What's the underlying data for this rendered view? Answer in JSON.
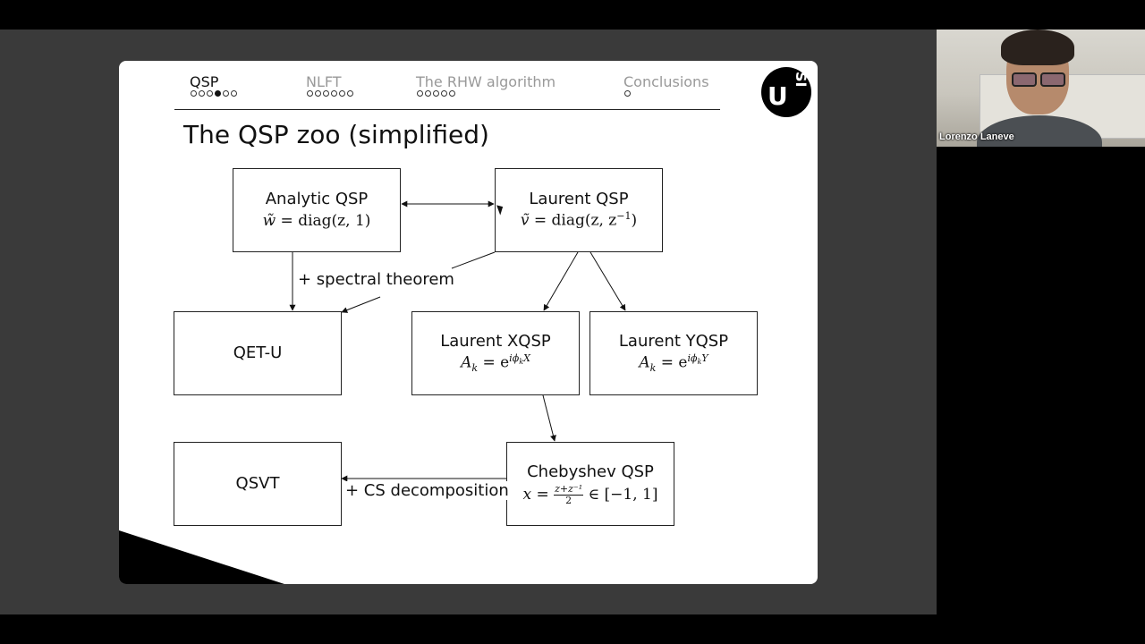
{
  "slide": {
    "nav": [
      {
        "label": "QSP",
        "dots": 6,
        "filled_index": 3,
        "active": true
      },
      {
        "label": "NLFT",
        "dots": 6,
        "filled_index": -1,
        "active": false
      },
      {
        "label": "The RHW algorithm",
        "dots": 5,
        "filled_index": -1,
        "active": false
      },
      {
        "label": "Conclusions",
        "dots": 1,
        "filled_index": -1,
        "active": false
      }
    ],
    "logo": {
      "letter": "U",
      "suffix": "SI"
    },
    "title": "The QSP zoo (simplified)",
    "boxes": {
      "analytic": {
        "name": "Analytic QSP",
        "formula_lhs": "w̃",
        "formula_rhs": " = diag(z, 1)"
      },
      "laurent": {
        "name": "Laurent QSP",
        "formula_lhs": "ṽ",
        "formula_rhs": " = diag(z, z",
        "formula_exp": "−1",
        "formula_end": ")"
      },
      "qetu": {
        "name": "QET-U"
      },
      "xqsp": {
        "name": "Laurent XQSP",
        "formula_lhs": "A",
        "sub": "k",
        "formula_mid": " = e",
        "exp": "iϕ",
        "exp_sub": "k",
        "exp_end": "X"
      },
      "yqsp": {
        "name": "Laurent YQSP",
        "formula_lhs": "A",
        "sub": "k",
        "formula_mid": " = e",
        "exp": "iϕ",
        "exp_sub": "k",
        "exp_end": "Y"
      },
      "qsvt": {
        "name": "QSVT"
      },
      "cheb": {
        "name": "Chebyshev QSP",
        "formula_lhs": "x = ",
        "frac_num": "z+z⁻¹",
        "frac_den": "2",
        "formula_rhs": " ∈ [−1, 1]"
      }
    },
    "edges": {
      "spectral": "+ spectral theorem",
      "cs": "+ CS decomposition"
    }
  },
  "webcam": {
    "participant_name": "Lorenzo Laneve"
  },
  "colors": {
    "slide_bg": "#ffffff",
    "stage_bg": "#3a3a3a",
    "ink": "#111111"
  }
}
